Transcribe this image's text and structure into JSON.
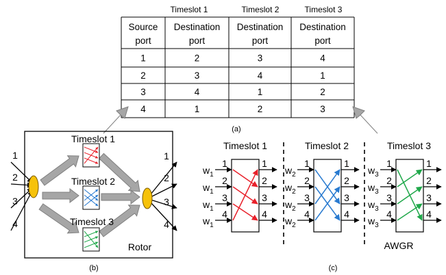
{
  "table": {
    "timeslot_headers": [
      "Timeslot 1",
      "Timeslot 2",
      "Timeslot 3"
    ],
    "columns": [
      [
        "Source",
        "port"
      ],
      [
        "Destination",
        "port"
      ],
      [
        "Destination",
        "port"
      ],
      [
        "Destination",
        "port"
      ]
    ],
    "rows": [
      [
        "1",
        "2",
        "3",
        "4"
      ],
      [
        "2",
        "3",
        "4",
        "1"
      ],
      [
        "3",
        "4",
        "1",
        "2"
      ],
      [
        "4",
        "1",
        "2",
        "3"
      ]
    ],
    "caption": "(a)"
  },
  "rotor": {
    "slots": [
      "Timeslot 1",
      "Timeslot 2",
      "Timeslot 3"
    ],
    "input_ports": [
      "1",
      "2",
      "3",
      "4"
    ],
    "output_ports": [
      "1",
      "2",
      "3",
      "4"
    ],
    "label": "Rotor",
    "caption": "(b)"
  },
  "awgr": {
    "panels": [
      {
        "title": "Timeslot 1",
        "w_sub": "1",
        "color": "#e8202a",
        "perm": [
          2,
          3,
          4,
          1
        ]
      },
      {
        "title": "Timeslot 2",
        "w_sub": "2",
        "color": "#2a7bd0",
        "perm": [
          3,
          4,
          1,
          2
        ]
      },
      {
        "title": "Timeslot 3",
        "w_sub": "3",
        "color": "#1fa84a",
        "perm": [
          4,
          1,
          2,
          3
        ]
      }
    ],
    "w_letter": "w",
    "in_ports": [
      "1",
      "2",
      "3",
      "4"
    ],
    "out_ports": [
      "1",
      "2",
      "3",
      "4"
    ],
    "label": "AWGR",
    "caption": "(c)"
  },
  "colors": {
    "red": "#e8202a",
    "blue": "#2a7bd0",
    "green": "#1fa84a",
    "splitter": "#f6c20a",
    "arrow_fill": "#a6a6a6"
  }
}
